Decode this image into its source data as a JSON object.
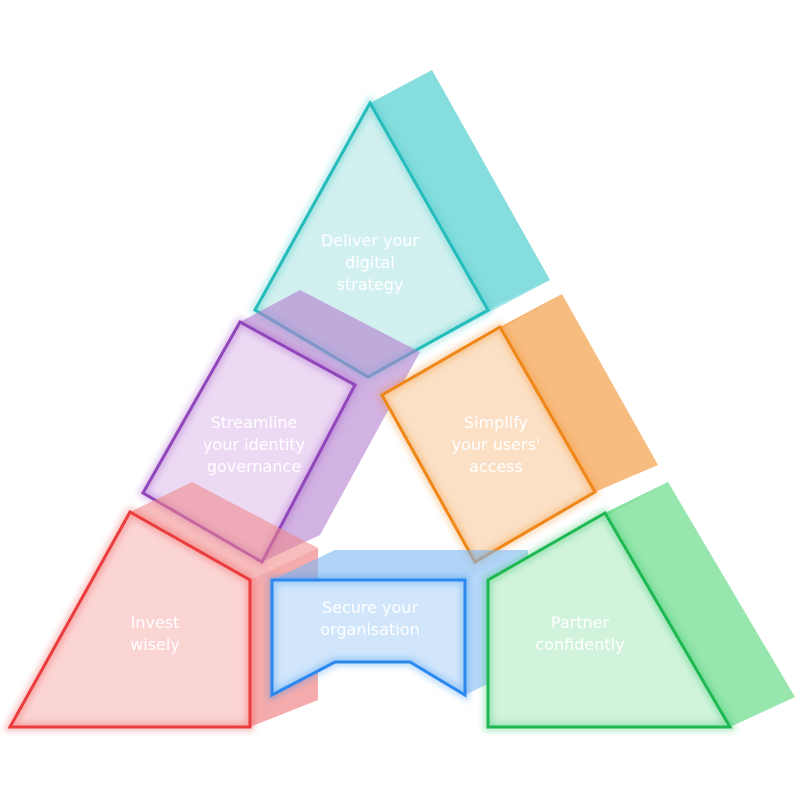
{
  "diagram": {
    "segments": {
      "top": {
        "lines": [
          "Deliver your",
          "digital",
          "strategy"
        ],
        "color": "#2ec4c4"
      },
      "upper_left": {
        "lines": [
          "Streamline",
          "your identity",
          "governance"
        ],
        "color": "#9b4fc0"
      },
      "upper_right": {
        "lines": [
          "Simplify",
          "your users'",
          "access"
        ],
        "color": "#f08a1e"
      },
      "bottom_left": {
        "lines": [
          "Invest",
          "wisely"
        ],
        "color": "#ee4040"
      },
      "bottom_center": {
        "lines": [
          "Secure your",
          "organisation"
        ],
        "color": "#2f8ef0"
      },
      "bottom_right": {
        "lines": [
          "Partner",
          "confidently"
        ],
        "color": "#22c05a"
      }
    }
  }
}
